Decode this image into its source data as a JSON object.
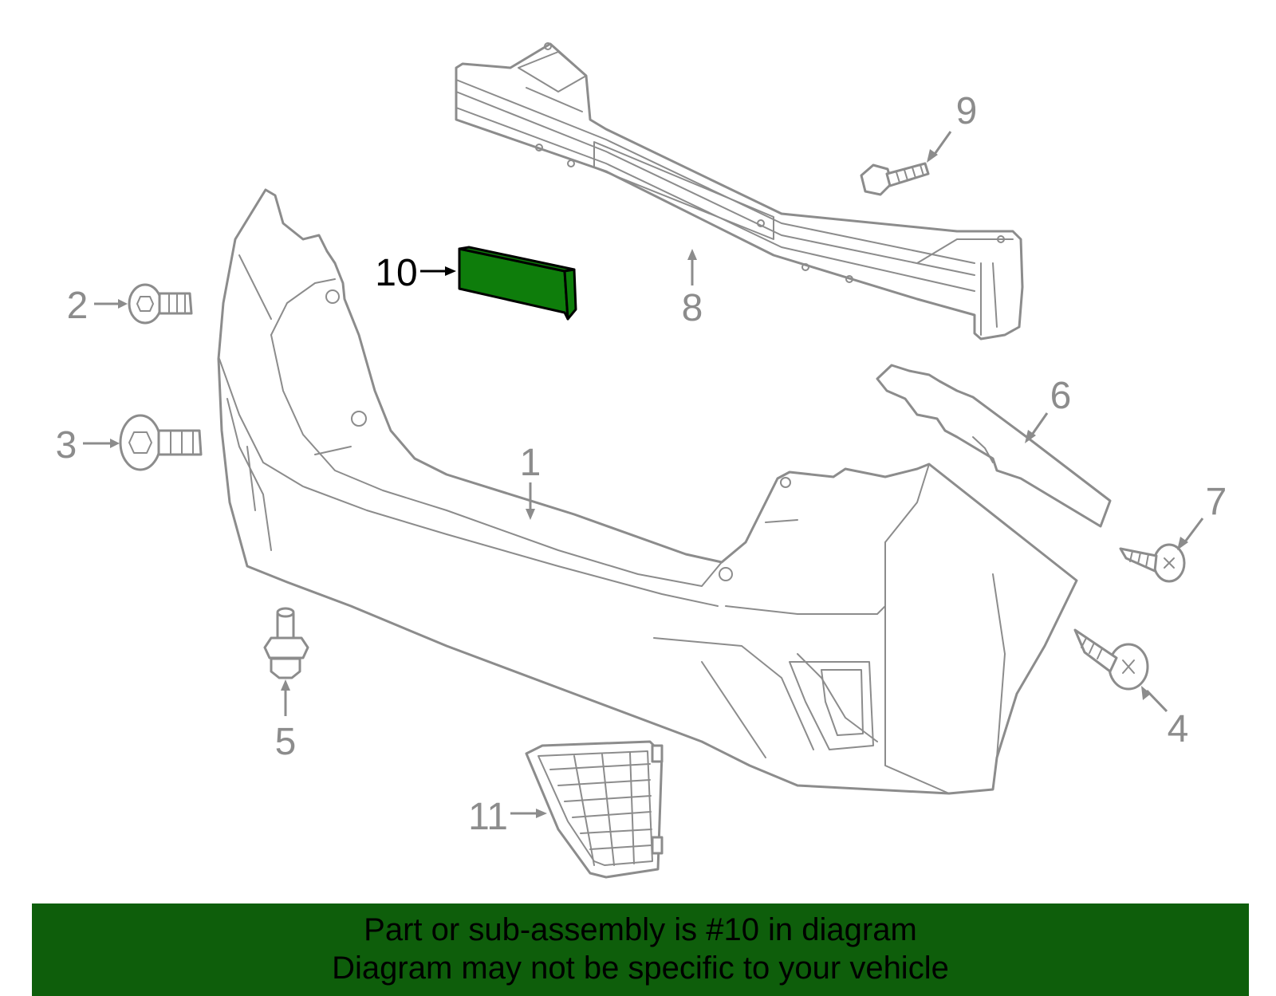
{
  "callouts": [
    "1",
    "2",
    "3",
    "4",
    "5",
    "6",
    "7",
    "8",
    "9",
    "10",
    "11"
  ],
  "highlighted_part": "10",
  "colors": {
    "highlight": "#0e7d0b",
    "banner": "#0e5e0b",
    "linework": "#8c8c8c"
  },
  "banner": {
    "line1": "Part or sub-assembly is #10 in diagram",
    "line2": "Diagram may not be specific to your vehicle"
  }
}
